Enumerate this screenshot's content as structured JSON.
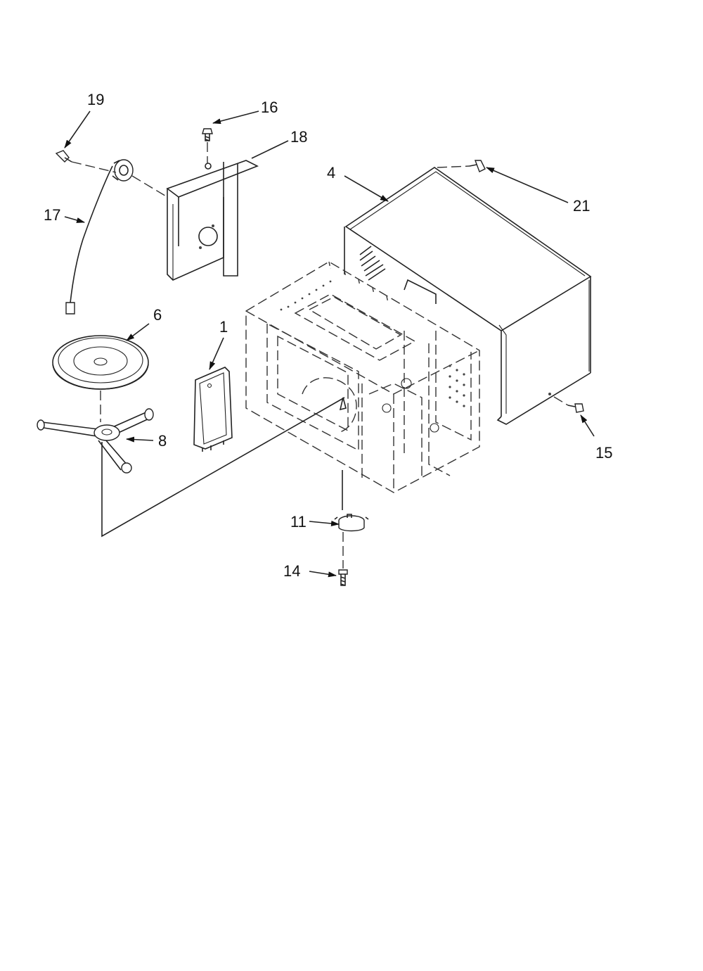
{
  "callouts": {
    "c1": "1",
    "c4": "4",
    "c6": "6",
    "c8": "8",
    "c11": "11",
    "c14": "14",
    "c15": "15",
    "c16": "16",
    "c17": "17",
    "c18": "18",
    "c19": "19",
    "c21": "21"
  }
}
